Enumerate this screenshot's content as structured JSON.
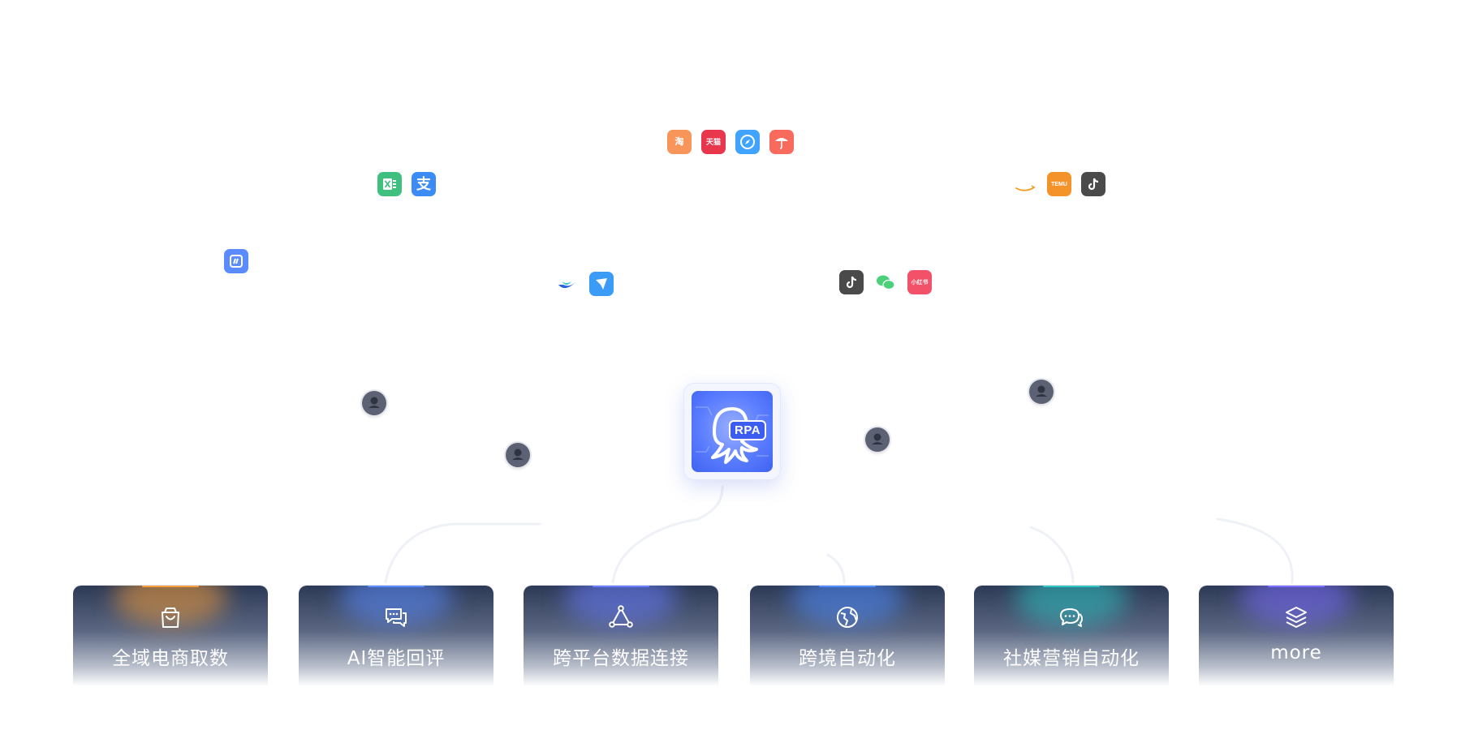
{
  "hub": {
    "label": "RPA",
    "icon": "rpa-octopus-icon",
    "color": "#4f6ef7"
  },
  "app_icons": [
    {
      "id": "taobao",
      "text": "淘",
      "icon": "taobao-icon",
      "color": "#f7955b"
    },
    {
      "id": "tmall",
      "text": "天猫",
      "icon": "tmall-icon",
      "color": "#e8374c"
    },
    {
      "id": "compass",
      "text": "",
      "icon": "compass-icon",
      "color": "#3fa3ff"
    },
    {
      "id": "pdd",
      "text": "",
      "icon": "umbrella-shop-icon",
      "color": "#f86b5c"
    },
    {
      "id": "excel",
      "text": "",
      "icon": "excel-icon",
      "color": "#3fc07f"
    },
    {
      "id": "alipay",
      "text": "支",
      "icon": "alipay-icon",
      "color": "#3d8cf5"
    },
    {
      "id": "dingtalk",
      "text": "",
      "icon": "dingtalk-icon",
      "color": "#5b8cff"
    },
    {
      "id": "lark",
      "text": "",
      "icon": "lark-bird-icon",
      "color": "#3a7bff"
    },
    {
      "id": "feishu",
      "text": "",
      "icon": "feishu-send-icon",
      "color": "#3a9cf7"
    },
    {
      "id": "amazon",
      "text": "",
      "icon": "amazon-smile-icon",
      "color": "#f39a21"
    },
    {
      "id": "temu",
      "text": "TEMU",
      "icon": "temu-icon",
      "color": "#f5932b"
    },
    {
      "id": "tiktok-1",
      "text": "",
      "icon": "tiktok-icon",
      "color": "#4a4a4a"
    },
    {
      "id": "tiktok-2",
      "text": "",
      "icon": "douyin-icon",
      "color": "#4a4a4a"
    },
    {
      "id": "wechat",
      "text": "",
      "icon": "wechat-icon",
      "color": "#4cd07a"
    },
    {
      "id": "xiaohongshu",
      "text": "小红书",
      "icon": "xiaohongshu-icon",
      "color": "#f3506a"
    }
  ],
  "user_nodes": [
    {
      "icon": "user-node-icon"
    },
    {
      "icon": "user-node-icon"
    },
    {
      "icon": "user-node-icon"
    },
    {
      "icon": "user-node-icon"
    }
  ],
  "cards": [
    {
      "label": "全域电商取数",
      "icon": "shopping-bag-icon",
      "accent": "#f59e3b"
    },
    {
      "label": "AI智能回评",
      "icon": "chat-review-icon",
      "accent": "#5b8cff"
    },
    {
      "label": "跨平台数据连接",
      "icon": "triangle-network-icon",
      "accent": "#6a7dff"
    },
    {
      "label": "跨境自动化",
      "icon": "globe-icon",
      "accent": "#4f8dff"
    },
    {
      "label": "社媒营销自动化",
      "icon": "chat-bubbles-icon",
      "accent": "#2ec5c5"
    },
    {
      "label": "more",
      "icon": "layers-icon",
      "accent": "#7b6cff"
    }
  ]
}
